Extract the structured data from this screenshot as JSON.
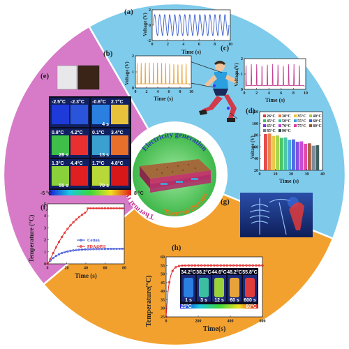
{
  "center": {
    "arc_texts": [
      "Electricity generation",
      "Thermal therapy",
      "Thermal regulation"
    ]
  },
  "panel_a": {
    "letter": "(a)",
    "ylabel": "Voltage (V)",
    "xlabel": "Time (s)",
    "xticks": [
      "0",
      "2",
      "4",
      "6",
      "8",
      "10"
    ],
    "yticks": [
      "2",
      "0",
      "-2"
    ],
    "color": "#3a5fcd"
  },
  "panel_b": {
    "letter": "(b)",
    "ylabel": "Voltage (V)",
    "xlabel": "Time (s)",
    "xticks": [
      "0",
      "2",
      "4",
      "6",
      "8",
      "10"
    ],
    "yticks": [
      "2",
      "1",
      "0"
    ],
    "color": "#e8a23a"
  },
  "panel_c": {
    "letter": "(c)",
    "ylabel": "Voltage (V)",
    "xlabel": "Time (s)",
    "xticks": [
      "0",
      "2",
      "4",
      "6",
      "8",
      "10"
    ],
    "yticks": [
      "2",
      "1",
      "0"
    ],
    "color": "#c2408f"
  },
  "panel_d": {
    "letter": "(d)",
    "ylabel": "Voltage (V)",
    "xlabel": "Time (s)",
    "xticks": [
      "0",
      "10",
      "20",
      "30",
      "40"
    ],
    "yticks": [
      "20",
      "40",
      "60",
      "80",
      "100",
      "120"
    ],
    "legend": [
      "26°C",
      "30°C",
      "35°C",
      "40°C",
      "45°C",
      "50°C",
      "55°C",
      "60°C",
      "65°C",
      "70°C",
      "75°C",
      "80°C",
      "85°C",
      "90°C"
    ]
  },
  "panel_e": {
    "letter": "(e)",
    "cells": [
      {
        "t1": "-2.5°C",
        "t2": "-2.3°C",
        "time": "",
        "c1": "#1e3ad8",
        "c2": "#2a54d9"
      },
      {
        "t1": "-0.6°C",
        "t2": "2.7°C",
        "time": "4 s",
        "c1": "#2a7fe0",
        "c2": "#e8c23a"
      },
      {
        "t1": "0.8°C",
        "t2": "4.2°C",
        "time": "28 s",
        "c1": "#3fbf4a",
        "c2": "#e83030"
      },
      {
        "t1": "0.1°C",
        "t2": "3.4°C",
        "time": "13 s",
        "c1": "#3aa0d0",
        "c2": "#e86f2a"
      },
      {
        "t1": "1.3°C",
        "t2": "4.4°C",
        "time": "55 s",
        "c1": "#8ad03a",
        "c2": "#e02020"
      },
      {
        "t1": "1.7°C",
        "t2": "4.8°C",
        "time": "70 s",
        "c1": "#b8d83a",
        "c2": "#d81818"
      }
    ],
    "scale_min": "-5 °C",
    "scale_max": "8 °C"
  },
  "panel_f": {
    "letter": "(f)",
    "ylabel": "Temperature (°C)",
    "xlabel": "Time (s)",
    "xticks": [
      "0",
      "20",
      "40",
      "60",
      "80"
    ],
    "yticks": [
      "0",
      "1",
      "2",
      "3",
      "4",
      "5"
    ],
    "series": [
      {
        "name": "Cotton",
        "color": "#3a4fd8"
      },
      {
        "name": "PDA@PH",
        "color": "#e02020"
      }
    ]
  },
  "panel_g": {
    "letter": "(g)"
  },
  "panel_h": {
    "letter": "(h)",
    "ylabel": "Temperature(°C)",
    "xlabel": "Time(s)",
    "xticks": [
      "0",
      "200",
      "400",
      "600"
    ],
    "yticks": [
      "25",
      "30",
      "35",
      "40",
      "45",
      "50",
      "55",
      "60"
    ],
    "temps": [
      "34.2°C",
      "38.2°C",
      "44.6°C",
      "48.2°C",
      "55.8°C"
    ],
    "times": [
      "1 s",
      "3 s",
      "12 s",
      "60 s",
      "600 s"
    ],
    "scale_min": "25°C",
    "scale_max": "60°C",
    "color": "#e02020"
  },
  "colors": {
    "sector_blue": "#7ecbec",
    "sector_pink": "#d77bc8",
    "sector_orange": "#f3a12e",
    "center_green": "#5cc85c"
  }
}
